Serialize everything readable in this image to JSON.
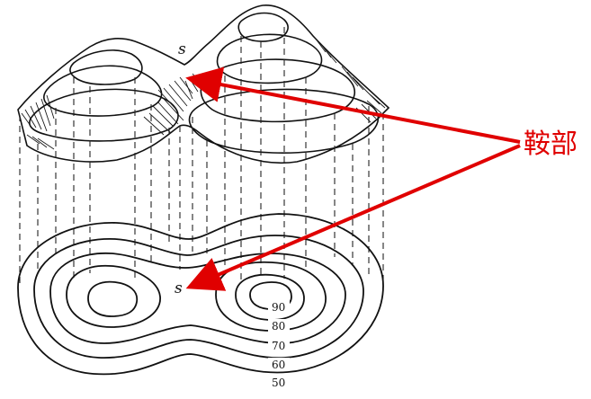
{
  "annotation": {
    "label": "鞍部",
    "arrow_color": "#e00000"
  },
  "saddle_marks": {
    "top": "s",
    "bottom": "s"
  },
  "contour_labels": [
    "90",
    "80",
    "70",
    "60",
    "50"
  ]
}
